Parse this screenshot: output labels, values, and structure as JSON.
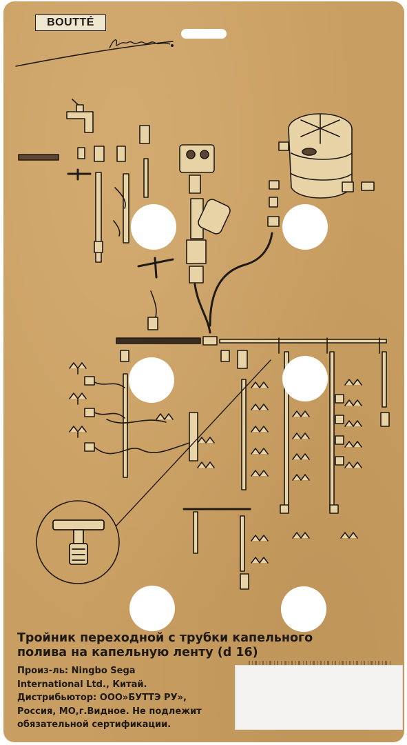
{
  "brand": {
    "logo_text": "BOUTTÉ",
    "signature_text": "Ringgan"
  },
  "product": {
    "title_line1": "Тройник переходной с трубки капельного",
    "title_line2": "полива на капельную ленту (d 16)"
  },
  "info": {
    "manufacturer_line1": "Произ-ль: Ningbo Sega",
    "manufacturer_line2": "International Ltd., Китай.",
    "distributor_line1": "Дистрибьютор: ООО»БУТТЭ РУ»,",
    "distributor_line2": "Россия, МО,г.Видное. Не подлежит",
    "distributor_line3": "обязательной сертификации."
  },
  "colors": {
    "cardboard": "#c99e62",
    "ink": "#1f1a14",
    "label": "#f4f3f1"
  },
  "icons": [
    "faucet-icon",
    "water-tank-icon",
    "timer-icon",
    "filter-icon",
    "sprinkler-icon",
    "plant-icon",
    "tee-connector-icon"
  ]
}
